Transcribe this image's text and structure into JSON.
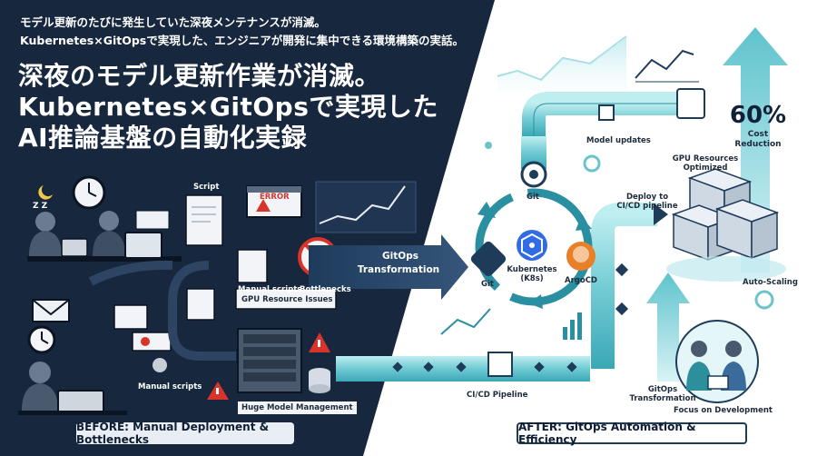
{
  "header": {
    "subtitle_line1": "モデル更新のたびに発生していた深夜メンテナンスが消滅。",
    "subtitle_line2": "Kubernetes×GitOpsで実現した、エンジニアが開発に集中できる環境構築の実話。",
    "title_line1": "深夜のモデル更新作業が消滅。",
    "title_line2": "Kubernetes×GitOpsで実現した",
    "title_line3": "AI推論基盤の自動化実録"
  },
  "before": {
    "script_label": "Script",
    "error_label": "ERROR",
    "manual_scripts_label_1": "Manual scripts",
    "bottlenecks_label": "Bottlenecks",
    "gpu_issues_label": "GPU Resource Issues",
    "manual_scripts_label_2": "Manual scripts",
    "huge_model_label": "Huge Model Management",
    "zzz": "Z Z",
    "badge": "BEFORE: Manual Deployment & Bottlenecks"
  },
  "transition": {
    "arrow_label_line1": "GitOps",
    "arrow_label_line2": "Transformation"
  },
  "after": {
    "model_updates": "Model updates",
    "git_top": "Git",
    "git_left": "Git",
    "kubernetes_line1": "Kubernetes",
    "kubernetes_line2": "(K8s)",
    "argocd": "ArgoCD",
    "deploy_line1": "Deploy to",
    "deploy_line2": "CI/CD pipeline",
    "gpu_opt_line1": "GPU Resources",
    "gpu_opt_line2": "Optimized",
    "cost_percent": "60%",
    "cost_line1": "Cost",
    "cost_line2": "Reduction",
    "autoscaling": "Auto-Scaling",
    "cicd_pipeline": "CI/CD Pipeline",
    "gitops_line1": "GitOps",
    "gitops_line2": "Transformation",
    "focus": "Focus on Development",
    "badge": "AFTER: GitOps Automation & Efficiency"
  },
  "colors": {
    "navy": "#16263d",
    "teal": "#5cc4cf",
    "teal_light": "#a9e2e6",
    "red": "#d9342b",
    "orange": "#e8802a",
    "k8s_blue": "#326ce5"
  }
}
